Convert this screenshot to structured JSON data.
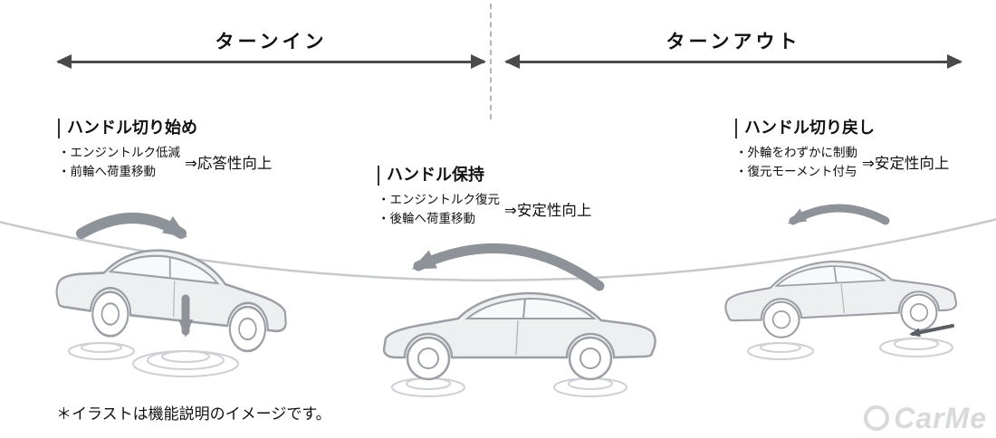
{
  "header": {
    "turn_in_label": "ターンイン",
    "turn_out_label": "ターンアウト"
  },
  "phases": [
    {
      "title": "ハンドル切り始め",
      "bullet1": "・エンジントルク低減",
      "bullet2": "・前輪へ荷重移動",
      "result": "⇒応答性向上"
    },
    {
      "title": "ハンドル保持",
      "bullet1": "・エンジントルク復元",
      "bullet2": "・後輪へ荷重移動",
      "result": "⇒安定性向上"
    },
    {
      "title": "ハンドル切り戻し",
      "bullet1": "・外輪をわずかに制動",
      "bullet2": "・復元モーメント付与",
      "result": "⇒安定性向上"
    }
  ],
  "footnote": "＊イラストは機能説明のイメージです。",
  "watermark": "CarMe",
  "icons": {
    "turn_in_arrow": "double-headed-arrow",
    "turn_out_arrow": "double-headed-arrow",
    "steering_arrows": "curved-gray-arrows",
    "load_arrow": "down-arrow"
  },
  "colors": {
    "arrow_dark": "#4a4a4a",
    "swoosh_gray": "#8e939a",
    "road_line": "#c6c9cc",
    "car_fill": "#edeff0",
    "car_stroke": "#9aa0a6",
    "dashed_divider": "#b5b5b5",
    "watermark": "#d7d9db",
    "text": "#111111"
  }
}
